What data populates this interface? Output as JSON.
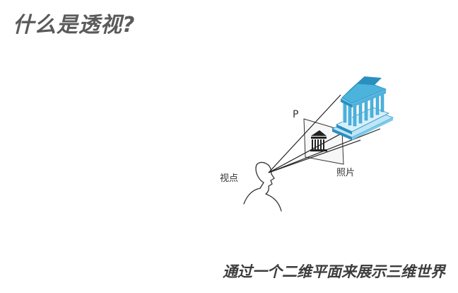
{
  "slide": {
    "title": "什么是透视?",
    "caption": "通过一个二维平面来展示三维世界"
  },
  "diagram": {
    "label_plane": "P",
    "label_viewpoint": "视点",
    "label_photo": "照片"
  },
  "colors": {
    "temple": "#4cb3dd",
    "temple_dark": "#2a8fbf",
    "line": "#222222",
    "title": "#5a5a5a"
  }
}
